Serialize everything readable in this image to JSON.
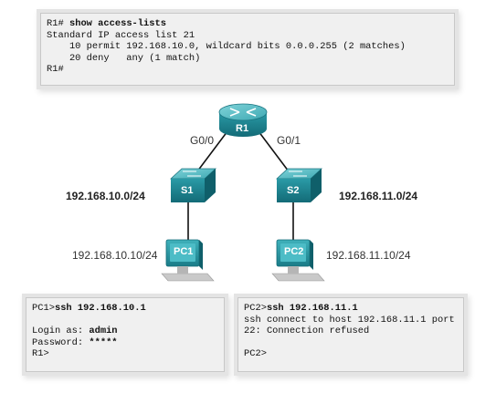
{
  "r1_terminal": {
    "prompt": "R1#",
    "command": "show access-lists",
    "lines": [
      "Standard IP access list 21",
      "    10 permit 192.168.10.0, wildcard bits 0.0.0.255 (2 matches)",
      "    20 deny   any (1 match)"
    ],
    "end_prompt": "R1#"
  },
  "topology": {
    "router": {
      "label": "R1",
      "left_interface": "G0/0",
      "right_interface": "G0/1"
    },
    "switch1": {
      "label": "S1",
      "network": "192.168.10.0/24"
    },
    "switch2": {
      "label": "S2",
      "network": "192.168.11.0/24"
    },
    "pc1": {
      "label": "PC1",
      "ip": "192.168.10.10/24"
    },
    "pc2": {
      "label": "PC2",
      "ip": "192.168.11.10/24"
    }
  },
  "pc1_terminal": {
    "prompt": "PC1>",
    "command": "ssh 192.168.10.1",
    "login_label": "Login as: ",
    "login_value": "admin",
    "password_label": "Password: ",
    "password_value": "*****",
    "end_prompt": "R1>"
  },
  "pc2_terminal": {
    "prompt": "PC2>",
    "command": "ssh 192.168.11.1",
    "line1": "ssh connect to host 192.168.11.1 port",
    "line2": "22: Connection refused",
    "end_prompt": "PC2>"
  },
  "colors": {
    "device_teal": "#1e8a96",
    "device_top": "#5fc0c8",
    "device_dark": "#0f5f6a",
    "link": "#111111"
  }
}
